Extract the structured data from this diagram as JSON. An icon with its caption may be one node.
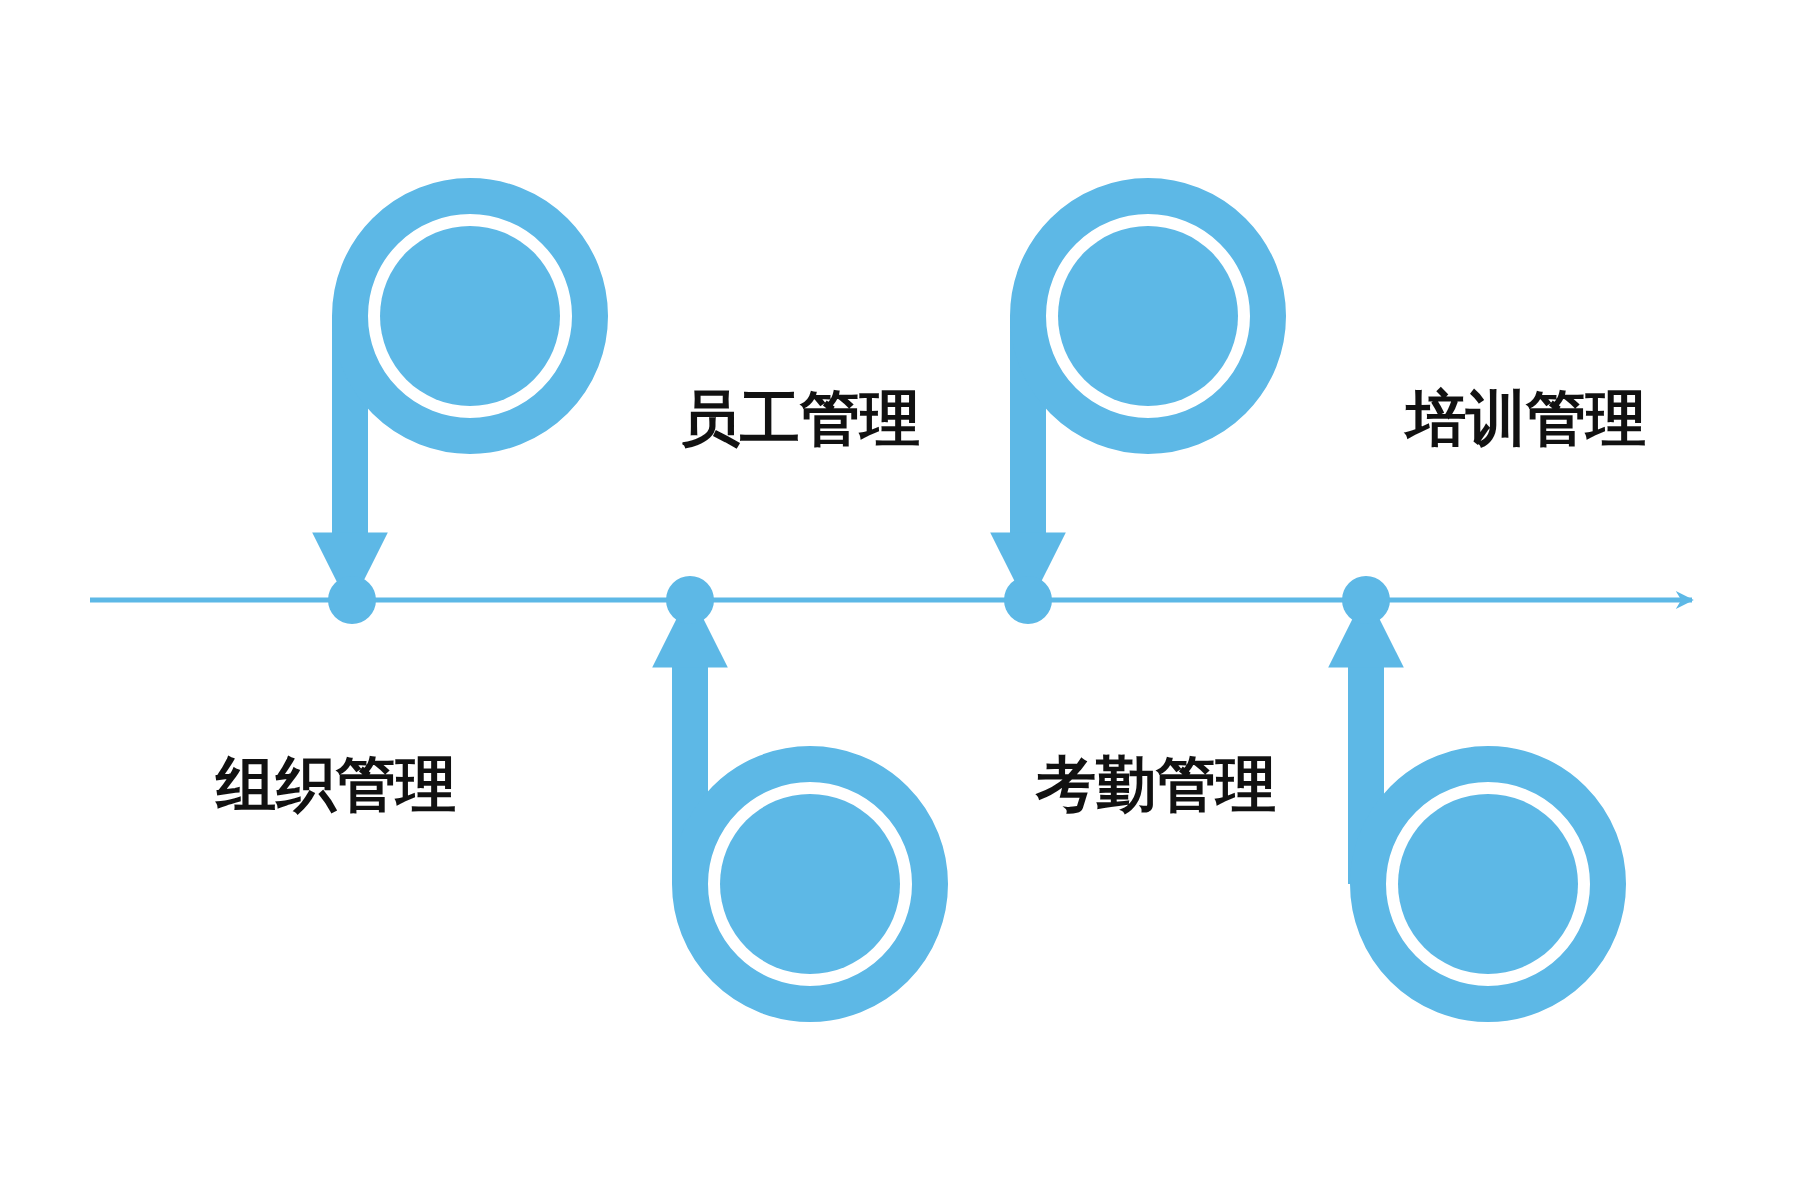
{
  "diagram": {
    "nodes": [
      {
        "text": [],
        "shape": "circle"
      },
      {
        "text": [],
        "shape": "circle"
      },
      {
        "text": [],
        "shape": "circle"
      },
      {
        "text": [],
        "shape": "circle"
      },
      {
        "text": [],
        "shape": "circle"
      },
      {
        "text": [],
        "shape": "circle"
      },
      {
        "text": [],
        "shape": "circle"
      },
      {
        "text": [],
        "shape": "circle"
      }
    ],
    "edges": [
      {
        "from": 0,
        "to": 4,
        "arrow": "to"
      },
      {
        "from": 1,
        "to": 5,
        "arrow": "to"
      },
      {
        "from": 2,
        "to": 6,
        "arrow": "to"
      },
      {
        "from": 3,
        "to": 7,
        "arrow": "to"
      }
    ],
    "labels": [
      "员工管理",
      "培训管理",
      "组织管理",
      "考勤管理"
    ]
  }
}
